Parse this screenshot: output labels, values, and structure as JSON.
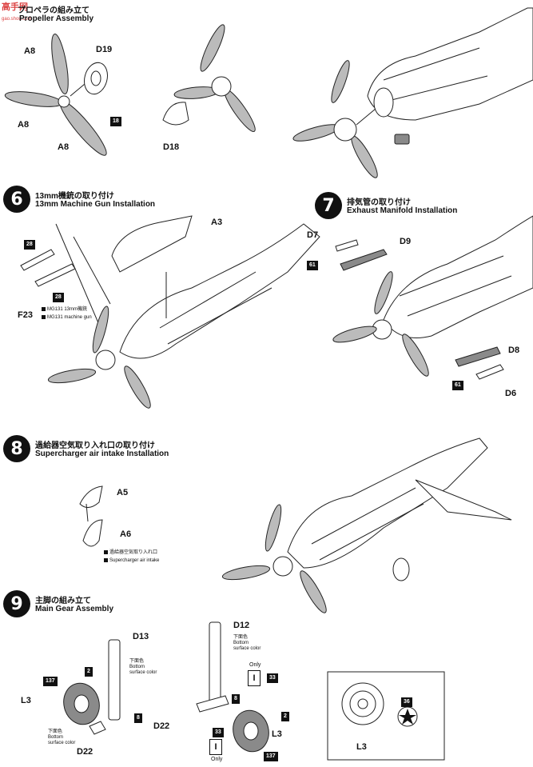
{
  "watermark": {
    "line1": "高手网",
    "line2": "gao.shou.com"
  },
  "step5": {
    "title_jp": "プロペラの組み立て",
    "title_en": "Propeller Assembly",
    "parts": [
      "A8",
      "D19",
      "A8",
      "18",
      "A8",
      "D18"
    ]
  },
  "step6": {
    "number": "6",
    "title_jp": "13mm機銃の取り付け",
    "title_en": "13mm Machine Gun Installation",
    "parts": [
      "A3",
      "28",
      "28",
      "F23"
    ],
    "note_jp": "MG131 13mm機銃",
    "note_en": "MG131 machine gun"
  },
  "step7": {
    "number": "7",
    "title_jp": "排気管の取り付け",
    "title_en": "Exhaust Manifold Installation",
    "parts": [
      "D7",
      "D9",
      "61",
      "D8",
      "61",
      "D6"
    ]
  },
  "step8": {
    "number": "8",
    "title_jp": "過給器空気取り入れ口の取り付け",
    "title_en": "Supercharger air intake Installation",
    "parts": [
      "A5",
      "A6"
    ],
    "note_jp": "過給器空気取り入れ口",
    "note_en": "Supercharger air intake"
  },
  "step9": {
    "number": "9",
    "title_jp": "主脚の組み立て",
    "title_en": "Main Gear Assembly",
    "parts": [
      "D13",
      "2",
      "137",
      "L3",
      "8",
      "D22",
      "D12",
      "33",
      "8",
      "D22",
      "2",
      "L3",
      "33",
      "137",
      "L3",
      "36"
    ],
    "color_jp": "下面色",
    "color_en1": "Bottom",
    "color_en2": "surface color",
    "only": "Only",
    "code": "I"
  }
}
